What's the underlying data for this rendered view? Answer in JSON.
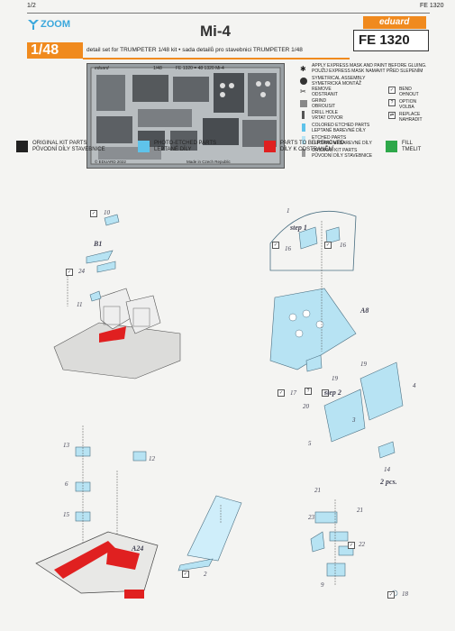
{
  "page": {
    "number": "1/2",
    "code": "FE 1320"
  },
  "header": {
    "zoom_label": "ZOOM",
    "scale": "1/48",
    "title": "Mi-4",
    "subtitle_prefix": "detail set for",
    "subtitle_kit": "TRUMPETER",
    "subtitle_middle": "1/48 kit • sada detailů pro stavebnici",
    "subtitle_kit2": "TRUMPETER",
    "subtitle_scale2": "1/48",
    "brand": "eduard",
    "set_number": "FE 1320"
  },
  "fret": {
    "brand": "eduard",
    "label_scale": "1/48",
    "label_code": "FE 1320 = 48 1320 Mi-4",
    "copyright": "© EDUARD 2022",
    "made_in": "Made in Czech Republic"
  },
  "symbols": {
    "apply_mask": "APPLY EXPRESS MASK AND PAINT BEFORE GLUING. POUŽIJ EXPRESS MASK NAMAVIT PŘED SLEPENÍM",
    "symmetrical": "SYMETRICAL ASSEMBLY\nSYMETRICKÁ MONTÁŽ",
    "remove": "REMOVE\nODSTRANIT",
    "grind": "GRIND\nOBROUSIT",
    "drill": "DRILL HOLE\nVRTAT OTVOR",
    "colored_parts": "COLORED ETCHED PARTS\nLEPTANÉ BAREVNÉ DÍLY",
    "etched_parts": "ETCHED PARTS\nLEPTANÉ NEBAREVNÉ DÍLY",
    "original_parts": "ORIGINAL KIT PARTS\nPŮVODNÍ DÍLY STAVEBNICE",
    "bend": "BEND\nOHNOUT",
    "option": "OPTION\nVOLBA",
    "replace": "REPLACE\nNAHRADIT"
  },
  "legend": [
    {
      "en": "ORIGINAL KIT PARTS",
      "cz": "PŮVODNÍ DÍLY STAVEBNICE",
      "color": "#222222"
    },
    {
      "en": "PHOTO-ETCHED PARTS",
      "cz": "LEPTANÉ DÍLY",
      "color": "#5fc3ea"
    },
    {
      "en": "PARTS TO BE REMOVED",
      "cz": "DÍLY K ODSTRANĚNÍ",
      "color": "#e02020"
    },
    {
      "en": "FILL",
      "cz": "TMELIT",
      "color": "#2ea84a"
    }
  ],
  "diagram": {
    "part_numbers": [
      "10",
      "24",
      "11",
      "12",
      "6",
      "15",
      "13",
      "2",
      "9",
      "18",
      "16",
      "16",
      "19",
      "17",
      "?",
      "20",
      "3",
      "4",
      "14",
      "21",
      "23",
      "21",
      "22"
    ],
    "part_map": {
      "p10": "10",
      "p24": "24",
      "p11": "11",
      "p13": "13",
      "p6": "6",
      "p15": "15",
      "p12": "12",
      "p2": "2",
      "p16a": "16",
      "p16b": "16",
      "p19a": "19",
      "p19b": "19",
      "p17": "17",
      "p20": "20",
      "p5": "5",
      "p3": "3",
      "p4": "4",
      "p14": "14",
      "p21a": "21",
      "p21b": "21",
      "p23": "23",
      "p22": "22",
      "p9": "9",
      "p18": "18",
      "p1": "1"
    },
    "labels": {
      "b1": "B1",
      "step1": "step 1",
      "a8": "A8",
      "step2": "step 2",
      "a24": "A24",
      "two_pcs": "2 pcs.",
      "qmark": "?"
    }
  },
  "colors": {
    "orange": "#f08a1e",
    "blue": "#5fc3ea",
    "red": "#e02020",
    "green": "#2ea84a",
    "pe_fill": "#b7e3f3"
  }
}
